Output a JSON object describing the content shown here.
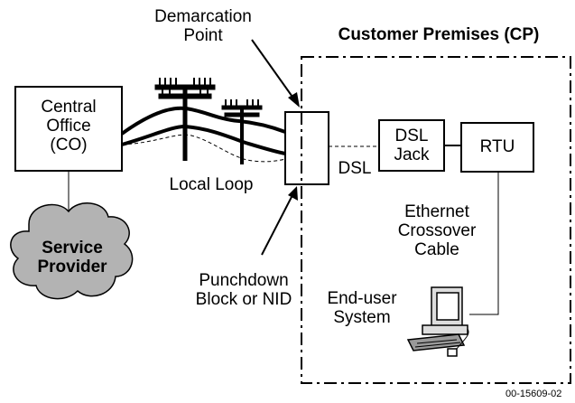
{
  "colors": {
    "line": "#000000",
    "cloud_fill": "#b3b3b3",
    "background": "#ffffff"
  },
  "labels": {
    "demarcation_point": [
      "Demarcation",
      "Point"
    ],
    "customer_premises": "Customer Premises (CP)",
    "central_office": [
      "Central",
      "Office",
      "(CO)"
    ],
    "local_loop": "Local Loop",
    "dsl": "DSL",
    "dsl_jack": [
      "DSL",
      "Jack"
    ],
    "rtu": "RTU",
    "ethernet_cable": [
      "Ethernet",
      "Crossover",
      "Cable"
    ],
    "service_provider": [
      "Service",
      "Provider"
    ],
    "punchdown": [
      "Punchdown",
      "Block or NID"
    ],
    "end_user_system": [
      "End-user",
      "System"
    ],
    "figure_id": "00-15609-02"
  },
  "icons": {
    "telephone_pole": "telephone-pole-icon",
    "computer": "computer-icon",
    "cloud": "cloud-icon"
  }
}
